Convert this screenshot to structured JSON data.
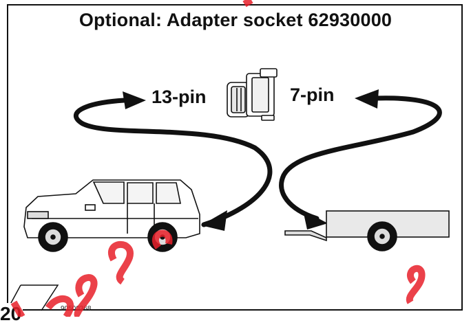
{
  "title": "Optional: Adapter socket 62930000",
  "labels": {
    "pin13": "13-pin",
    "pin7": "7-pin"
  },
  "figure": {
    "number": "20",
    "part_code": "90500368"
  },
  "icons": {
    "vehicle": "suv-car-icon",
    "adapter": "adapter-socket-icon",
    "trailer": "trailer-icon"
  },
  "colors": {
    "line": "#111111",
    "watermark": "#e8202a"
  }
}
